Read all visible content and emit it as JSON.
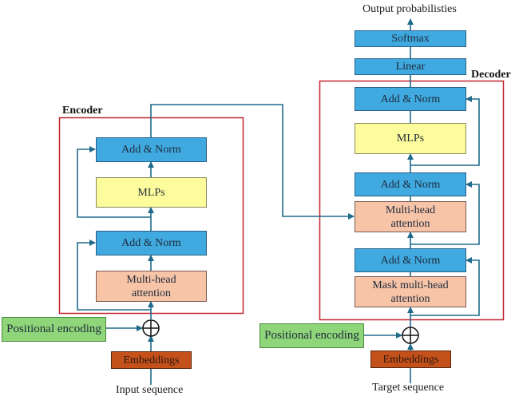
{
  "colors": {
    "arrow": "#1f6a8a",
    "frame": "#c0232f"
  },
  "encoder": {
    "title": "Encoder",
    "add_norm_top": "Add & Norm",
    "mlps": "MLPs",
    "add_norm_bottom": "Add & Norm",
    "attention": "Multi-head attention",
    "positional_encoding": "Positional encoding",
    "embeddings": "Embeddings",
    "input_label": "Input sequence"
  },
  "decoder": {
    "title": "Decoder",
    "output_label": "Output probabilisties",
    "softmax": "Softmax",
    "linear": "Linear",
    "add_norm_top": "Add & Norm",
    "mlps": "MLPs",
    "add_norm_mid": "Add & Norm",
    "cross_attention": "Multi-head attention",
    "add_norm_bottom": "Add & Norm",
    "masked_attention": "Mask multi-head attention",
    "positional_encoding": "Positional encoding",
    "embeddings": "Embeddings",
    "input_label": "Target sequence"
  }
}
